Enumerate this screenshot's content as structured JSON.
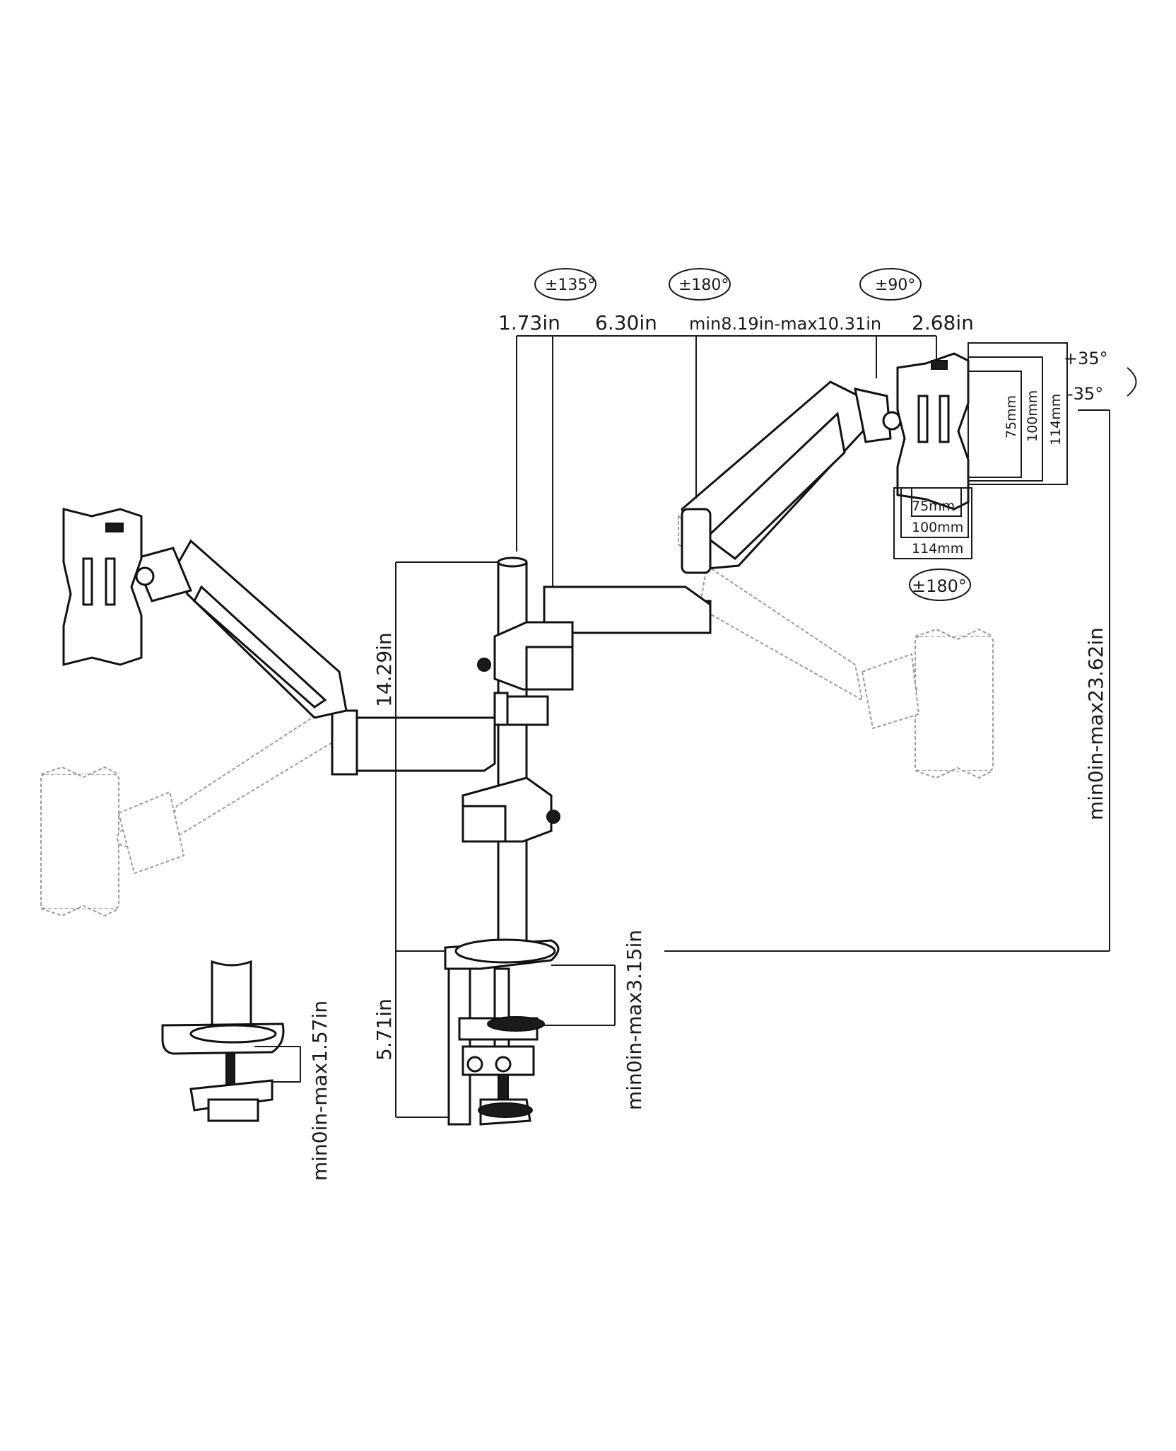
{
  "dimensions": {
    "d_1_73": "1.73in",
    "d_6_30": "6.30in",
    "d_arm_span": "min8.19in-max10.31in",
    "d_2_68": "2.68in",
    "pole_height": "14.29in",
    "clamp_height": "5.71in",
    "clamp_opening": "min0in-max3.15in",
    "grommet_range": "min0in-max1.57in",
    "height_range": "min0in-max23.62in"
  },
  "rotations": {
    "r_135": "±135°",
    "r_180_top": "±180°",
    "r_90": "±90°",
    "r_180_bottom": "±180°",
    "tilt_up": "+35°",
    "tilt_down": "-35°"
  },
  "vesa": {
    "v75_h": "75mm",
    "v100_h": "100mm",
    "v114_h": "114mm",
    "v75_v": "75mm",
    "v100_v": "100mm",
    "v114_v": "114mm"
  },
  "colors": {
    "line": "#1a1a1a",
    "ghost": "#9c9c9c",
    "background": "#ffffff"
  }
}
